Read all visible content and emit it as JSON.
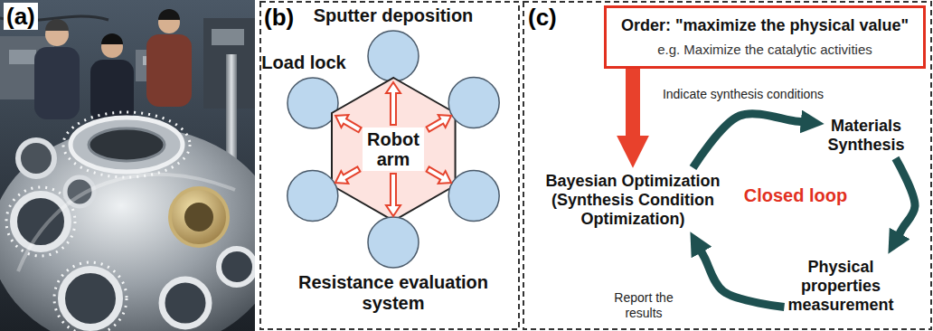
{
  "diagram": {
    "nodes": [
      {
        "text": [
          "Sputter deposition"
        ]
      },
      {
        "text": [
          "Load lock"
        ]
      },
      {
        "text": [
          "Robot arm"
        ]
      },
      {
        "text": [
          "Resistance evaluation system"
        ]
      },
      {
        "text": [
          "Order: \"maximize the physical value\"",
          "e.g. Maximize the catalytic activities"
        ]
      },
      {
        "text": [
          "Materials Synthesis"
        ]
      },
      {
        "text": [
          "Bayesian Optimization (Synthesis Condition Optimization)"
        ]
      },
      {
        "text": [
          "Physical properties measurement"
        ]
      }
    ],
    "edges": [
      {
        "from": 2,
        "to": 0,
        "arrow": "to"
      },
      {
        "from": 2,
        "to": 1,
        "arrow": "to"
      },
      {
        "from": 2,
        "to": 3,
        "arrow": "to"
      },
      {
        "from": 4,
        "to": 6,
        "arrow": "to"
      },
      {
        "from": 6,
        "to": 5,
        "arrow": "to",
        "label": "Indicate synthesis conditions"
      },
      {
        "from": 5,
        "to": 7,
        "arrow": "to"
      },
      {
        "from": 7,
        "to": 6,
        "arrow": "to",
        "label": "Report the results"
      }
    ],
    "labels": [
      "(a)",
      "(b)",
      "(c)",
      "Closed loop"
    ]
  }
}
